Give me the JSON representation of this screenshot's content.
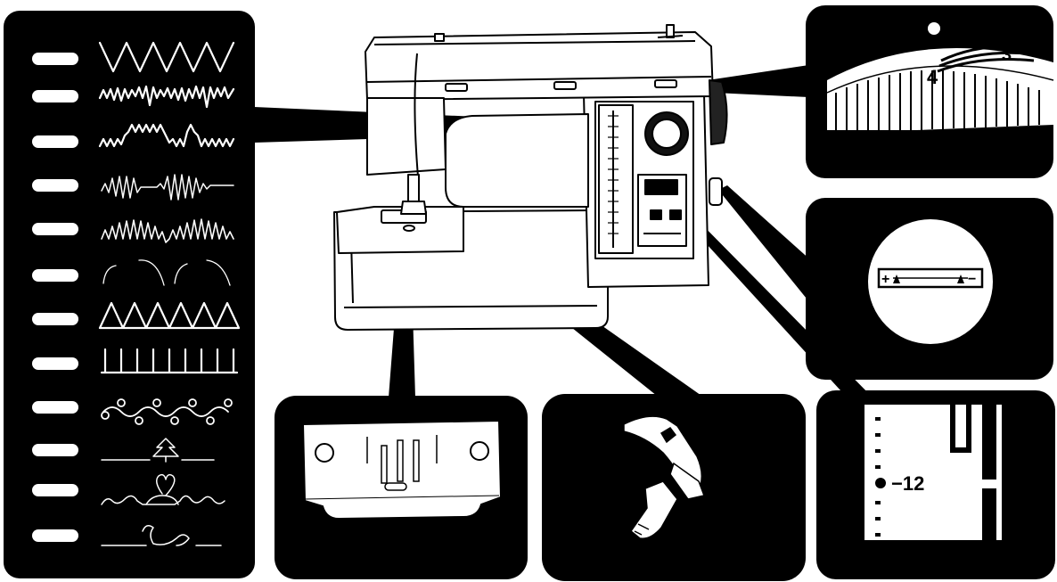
{
  "stitch_panel": {
    "stitches": [
      "straight-zigzag",
      "multi-stitch-zigzag",
      "blind-hem",
      "elastic-overlock",
      "shell-tuck",
      "scallop",
      "triangle",
      "bar-tack",
      "circle-chain",
      "tree",
      "heart",
      "swan"
    ]
  },
  "callouts": {
    "tension_dial": {
      "major_value": "4",
      "minor_value": "3"
    },
    "balance_dial": {
      "plus_sign": "+",
      "minus_sign": "−"
    },
    "seam_guide": {
      "value": "−12"
    }
  },
  "colors": {
    "panel_bg": "#000000",
    "line": "#ffffff",
    "paper": "#ffffff"
  }
}
